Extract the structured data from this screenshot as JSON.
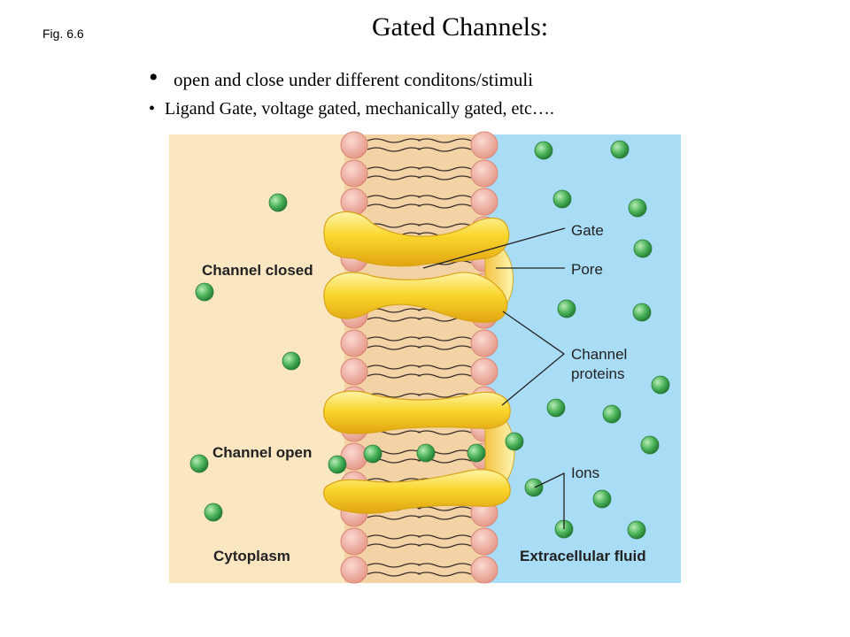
{
  "header": {
    "figure_label": "Fig. 6.6",
    "title": "Gated Channels:"
  },
  "bullets": [
    "open and close under different conditons/stimuli",
    "Ligand Gate, voltage gated, mechanically gated, etc…."
  ],
  "diagram": {
    "labels": {
      "channel_closed": "Channel closed",
      "channel_open": "Channel open",
      "cytoplasm": "Cytoplasm",
      "extracellular": "Extracellular fluid"
    },
    "callouts": {
      "gate": "Gate",
      "pore": "Pore",
      "channel_proteins_line1": "Channel",
      "channel_proteins_line2": "proteins",
      "ions": "Ions"
    },
    "colors": {
      "cytoplasm": "#fbe6c2",
      "membrane_core": "#f3d3a6",
      "extracellular": "#a9dcf5",
      "phospholipid_head": "#f1b0a4",
      "protein": "#f7d330",
      "ion": "#3fa84f"
    }
  }
}
